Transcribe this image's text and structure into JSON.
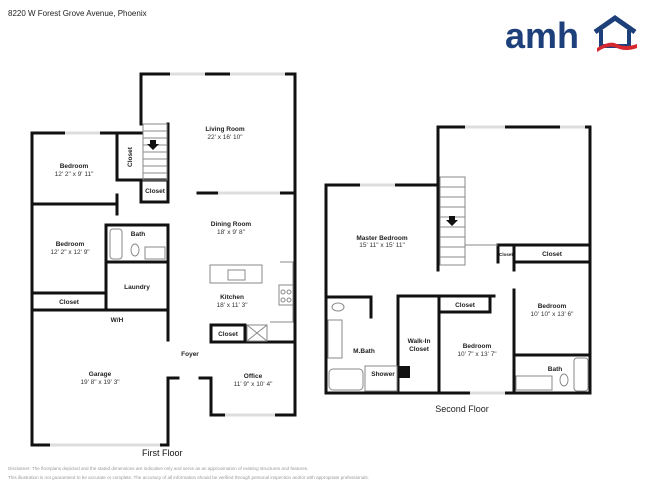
{
  "header": {
    "title": "8220 W Forest Grove Avenue, Phoenix"
  },
  "logo": {
    "text": "amh",
    "colors": {
      "blue": "#1d3f7a",
      "red": "#d7282f"
    }
  },
  "first_floor": {
    "label": "First Floor",
    "rooms": {
      "living": {
        "name": "Living Room",
        "dims": "22' x 16' 10\""
      },
      "bedroom1": {
        "name": "Bedroom",
        "dims": "12' 2\" x 9' 11\""
      },
      "closet_v": {
        "name": "Closet"
      },
      "closet_stair": {
        "name": "Closet"
      },
      "dining": {
        "name": "Dining Room",
        "dims": "18' x 9' 8\""
      },
      "bath": {
        "name": "Bath"
      },
      "bedroom2": {
        "name": "Bedroom",
        "dims": "12' 2\" x 12' 9\""
      },
      "laundry": {
        "name": "Laundry"
      },
      "kitchen": {
        "name": "Kitchen",
        "dims": "18' x 11' 3\""
      },
      "closet_bed2": {
        "name": "Closet"
      },
      "closet_kitchen": {
        "name": "Closet"
      },
      "wh": {
        "name": "W/H"
      },
      "foyer": {
        "name": "Foyer"
      },
      "garage": {
        "name": "Garage",
        "dims": "19' 8\" x 19' 3\""
      },
      "office": {
        "name": "Office",
        "dims": "11' 9\" x 10' 4\""
      }
    }
  },
  "second_floor": {
    "label": "Second Floor",
    "rooms": {
      "master": {
        "name": "Master Bedroom",
        "dims": "15' 11\" x 15' 11\""
      },
      "closet_small": {
        "name": "Closet"
      },
      "closet_top": {
        "name": "Closet"
      },
      "closet_mid": {
        "name": "Closet"
      },
      "bedroom_r": {
        "name": "Bedroom",
        "dims": "10' 10\" x 13' 6\""
      },
      "bedroom_m": {
        "name": "Bedroom",
        "dims": "10' 7\" x 13' 7\""
      },
      "mbath": {
        "name": "M.Bath"
      },
      "walkin1": {
        "name": "Walk-In"
      },
      "walkin2": {
        "name": "Closet"
      },
      "shower": {
        "name": "Shower"
      },
      "bath": {
        "name": "Bath"
      }
    }
  },
  "disclaimer": {
    "line1": "Disclaimer: The floorplans depicted and the stated dimensions are indicative only and serve as an approximation of existing structures and features.",
    "line2": "This illustration is not guaranteed to be accurate or complete. The accuracy of all information should be verified through personal inspection and/or with appropriate professionals."
  }
}
